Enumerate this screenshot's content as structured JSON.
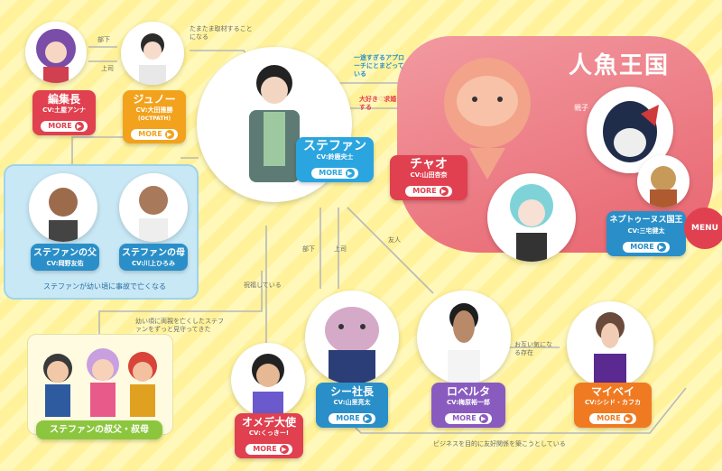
{
  "kingdom": {
    "title": "人魚王国",
    "parent_child": "親子"
  },
  "menu": {
    "label": "MENU"
  },
  "more_label": "MORE",
  "characters": {
    "editor": {
      "name": "編集長",
      "cv": "CV:土屋アンナ"
    },
    "juno": {
      "name": "ジュノー",
      "cv": "CV:大田雅勝",
      "cv_sub": "(OCTPATH)"
    },
    "stefan": {
      "name": "ステファン",
      "cv": "CV:鈴鹿央士"
    },
    "father": {
      "name": "ステファンの父",
      "cv": "CV:岡野友佑"
    },
    "mother": {
      "name": "ステファンの母",
      "cv": "CV:川上ひろみ"
    },
    "chao": {
      "name": "チャオ",
      "cv": "CV:山田杏奈"
    },
    "neptune": {
      "name": "ネプトゥーヌス国王",
      "cv": "CV:三宅健太"
    },
    "uncle_aunt": {
      "name": "ステファンの叔父・叔母"
    },
    "omede": {
      "name": "オメデ大使",
      "cv": "CV:くっきー!"
    },
    "shi": {
      "name": "シー社長",
      "cv": "CV:山里亮太"
    },
    "roberta": {
      "name": "ロベルタ",
      "cv": "CV:梅原裕一郎"
    },
    "maibei": {
      "name": "マイベイ",
      "cv": "CV:シシド・カフカ"
    }
  },
  "relations": {
    "subordinate_1": "部下",
    "boss_1": "上司",
    "coverage": "たまたま取材することになる",
    "approach": "一途すぎるアプローチにとまどっている",
    "love": "大好き♡求婚する",
    "parents_accident": "ステファンが幼い頃に事故で亡くなる",
    "blessing": "祝福している",
    "watching": "幼い頃に両親を亡くしたステファンをずっと見守ってきた",
    "subordinate_2": "部下",
    "boss_2": "上司",
    "friend": "友人",
    "mutual": "お互い気になる存在",
    "business": "ビジネスを目的に友好関係を築こうとしている"
  },
  "colors": {
    "editor": "#e0404f",
    "juno": "#f2a21c",
    "stefan": "#2aa5e0",
    "chao": "#e0404f",
    "neptune": "#2a8fc8",
    "family": "#2a8fc8",
    "uncle": "#8cc63f",
    "omede": "#e0404f",
    "shi": "#2a8fc8",
    "roberta": "#8a5bbf",
    "maibei": "#f07a22",
    "kingdom": "#ec7a82"
  }
}
